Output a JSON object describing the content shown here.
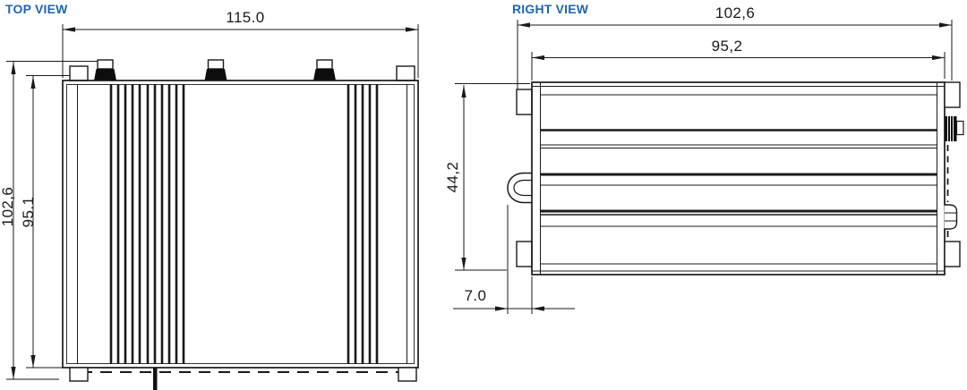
{
  "top_view": {
    "title": "TOP VIEW",
    "dims": {
      "width": "115.0",
      "outer_height": "102,6",
      "inner_height": "95.1"
    }
  },
  "right_view": {
    "title": "RIGHT VIEW",
    "dims": {
      "outer_width": "102,6",
      "inner_width": "95,2",
      "height": "44,2",
      "foot_offset": "7.0"
    }
  },
  "colors": {
    "title_blue": "#2066b0",
    "line_black": "#1a1a1a",
    "background": "#ffffff"
  }
}
